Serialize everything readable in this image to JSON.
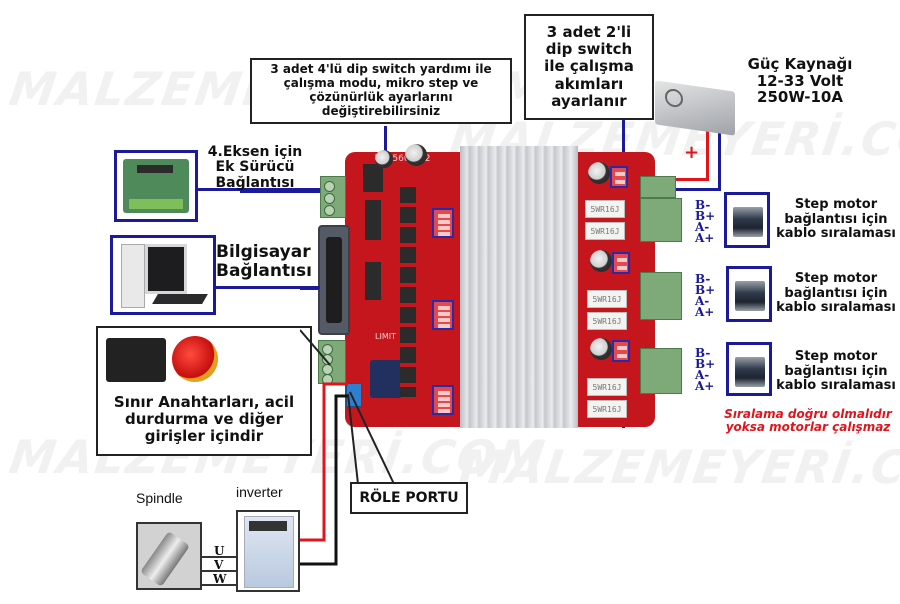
{
  "watermark": {
    "text": "MALZEMEYERİ.COM"
  },
  "callouts": {
    "dip4": [
      "3 adet 4'lü dip switch yardımı ile",
      "çalışma modu, mikro step ve",
      "çözünürlük ayarlarını",
      "değiştirebilirsiniz"
    ],
    "dip2": [
      "3 adet 2'li",
      "dip switch",
      "ile çalışma",
      "akımları",
      "ayarlanır"
    ],
    "limits": [
      "Sınır Anahtarları, acil",
      "durdurma ve diğer",
      "girişler içindir"
    ],
    "relay": "RÖLE PORTU"
  },
  "labels": {
    "power_supply": [
      "Güç Kaynağı",
      "12-33 Volt",
      "250W-10A"
    ],
    "plus_sign": "+",
    "axis4": [
      "4.Eksen için",
      "Ek Sürücü",
      "Bağlantısı"
    ],
    "computer": [
      "Bilgisayar",
      "Bağlantısı"
    ],
    "spindle": "Spindle",
    "inverter": "inverter",
    "uvw": [
      "U",
      "V",
      "W"
    ],
    "warning": [
      "Sıralama doğru olmalıdır",
      "yoksa motorlar çalışmaz"
    ]
  },
  "board": {
    "model_text": "TB6560-3V2",
    "limit_text": "LIMIT",
    "resistor_text": "5WR16J"
  },
  "motors": [
    {
      "pins": [
        "B-",
        "B+",
        "A-",
        "A+"
      ],
      "text": [
        "Step motor",
        "bağlantısı için",
        "kablo sıralaması"
      ]
    },
    {
      "pins": [
        "B-",
        "B+",
        "A-",
        "A+"
      ],
      "text": [
        "Step motor",
        "bağlantısı için",
        "kablo sıralaması"
      ]
    },
    {
      "pins": [
        "B-",
        "B+",
        "A-",
        "A+"
      ],
      "text": [
        "Step motor",
        "bağlantısı için",
        "kablo sıralaması"
      ]
    }
  ],
  "colors": {
    "pcb": "#c4161c",
    "frame_blue": "#1a1a9a",
    "wire_red": "#e0141b",
    "warning_red": "#e0141b"
  }
}
